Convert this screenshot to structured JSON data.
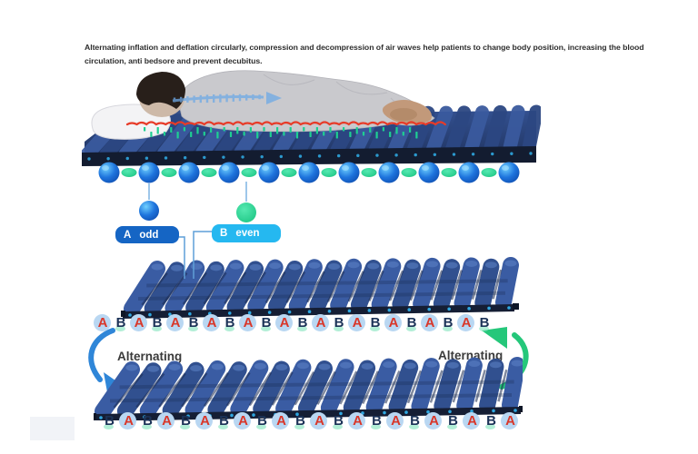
{
  "description": {
    "text": "Alternating inflation and deflation circularly, compression and decompression of air waves help patients to change body position, increasing the blood circulation, anti bedsore and prevent decubitus."
  },
  "legend": {
    "odd": {
      "letter": "A",
      "word": "odd"
    },
    "even": {
      "letter": "B",
      "word": "even"
    }
  },
  "cycle": {
    "left_label": "Alternating",
    "right_label": "Alternating"
  },
  "sequences": {
    "top": [
      "A",
      "B",
      "A",
      "B",
      "A",
      "B",
      "A",
      "B",
      "A",
      "B",
      "A",
      "B",
      "A",
      "B",
      "A",
      "B",
      "A",
      "B",
      "A",
      "B",
      "A",
      "B"
    ],
    "bottom": [
      "B",
      "A",
      "B",
      "A",
      "B",
      "A",
      "B",
      "A",
      "B",
      "A",
      "B",
      "A",
      "B",
      "A",
      "B",
      "A",
      "B",
      "A",
      "B",
      "A",
      "B",
      "A"
    ]
  },
  "bubble_row": {
    "sphere_count": 11,
    "oval_count": 10
  },
  "mattress": {
    "tube_count": 19
  },
  "colors": {
    "accent_dark_blue": "#1565c4",
    "accent_cyan": "#25b8f0",
    "letter_a_red": "#d9372a",
    "letter_b_navy": "#1b3257",
    "letter_circle_bg": "#b9d7f2",
    "sphere_blue": "#1e74dd",
    "sphere_highlight": "#6fd0ff",
    "oval_green": "#2bd98f",
    "arrow_blue": "#2f86d8",
    "arrow_green": "#25c77a",
    "mattress_blue": "#3a5ca3",
    "mattress_blue_alt": "#31508f",
    "mattress_dark": "#151e34",
    "rail_dot_blue": "#2fa7e0",
    "red_contact_line": "#e73b28",
    "green_tick": "#1ecf92",
    "text_dark": "#2d2d2d"
  }
}
